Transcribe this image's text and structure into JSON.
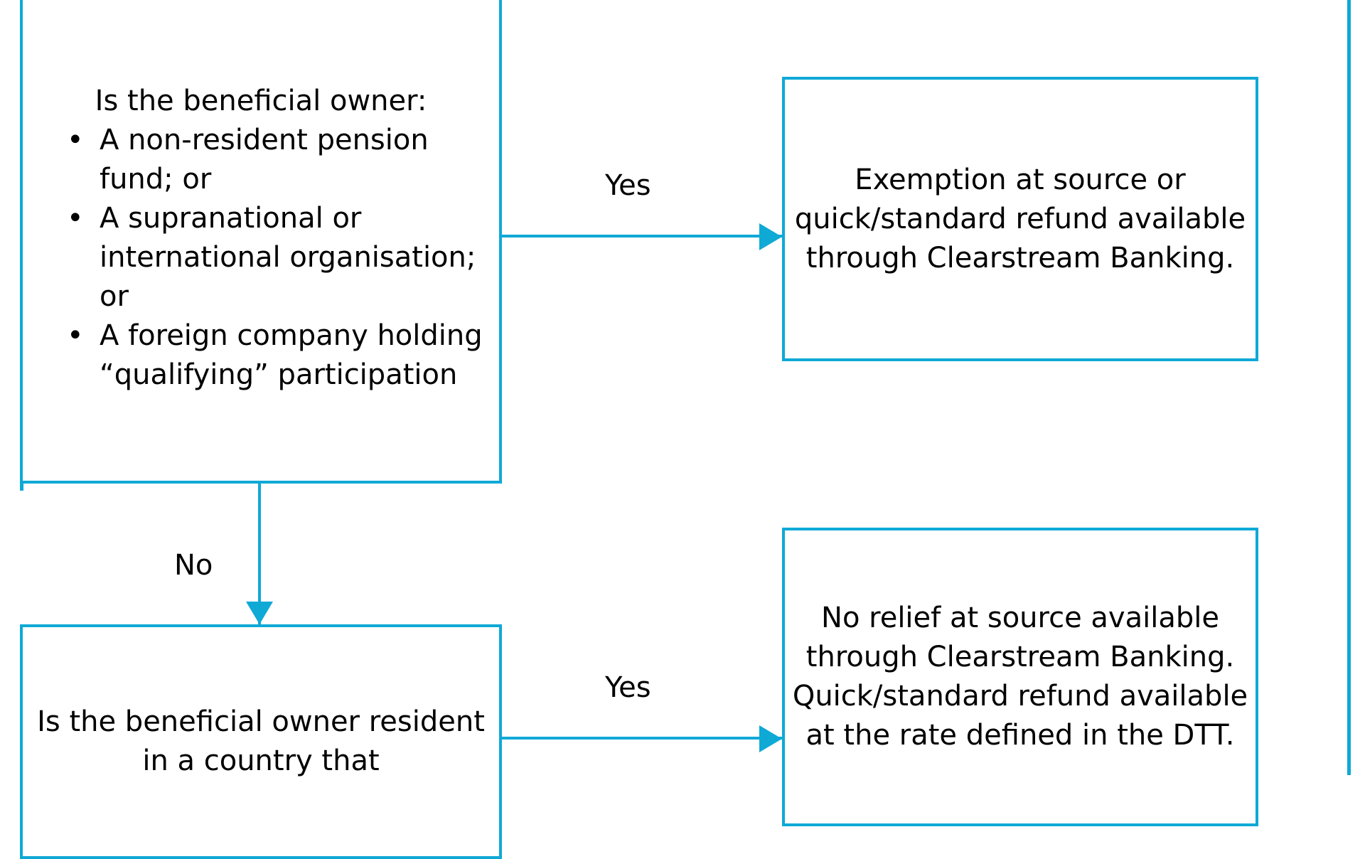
{
  "theme": {
    "accent_color": "#0FA9D6",
    "text_color": "#000000",
    "background_color": "#FFFFFF"
  },
  "diagram": {
    "type": "flowchart",
    "nodes": [
      {
        "id": "question-1",
        "kind": "decision",
        "lead": "Is the beneficial owner:",
        "bullet_glyph": "•",
        "bullets": [
          "A non-resident pension fund; or",
          "A supranational or international organisation; or",
          "A foreign company holding “qualifying” participation"
        ]
      },
      {
        "id": "outcome-1",
        "kind": "outcome",
        "text": "Exemption at source or quick/standard refund available through Clearstream Banking."
      },
      {
        "id": "outcome-2",
        "kind": "outcome",
        "text": "No relief at source available through Clearstream Banking. Quick/standard refund available at the rate defined in the DTT."
      },
      {
        "id": "question-2",
        "kind": "decision",
        "text": "Is the beneficial owner resident in a country that"
      }
    ],
    "edges": [
      {
        "id": "yes-1",
        "label": "Yes",
        "from": "question-1",
        "to": "outcome-1",
        "direction": "right"
      },
      {
        "id": "no",
        "label": "No",
        "from": "question-1",
        "to": "question-2",
        "direction": "down"
      },
      {
        "id": "yes-2",
        "label": "Yes",
        "from": "question-2",
        "to": "outcome-2",
        "direction": "right"
      }
    ]
  }
}
